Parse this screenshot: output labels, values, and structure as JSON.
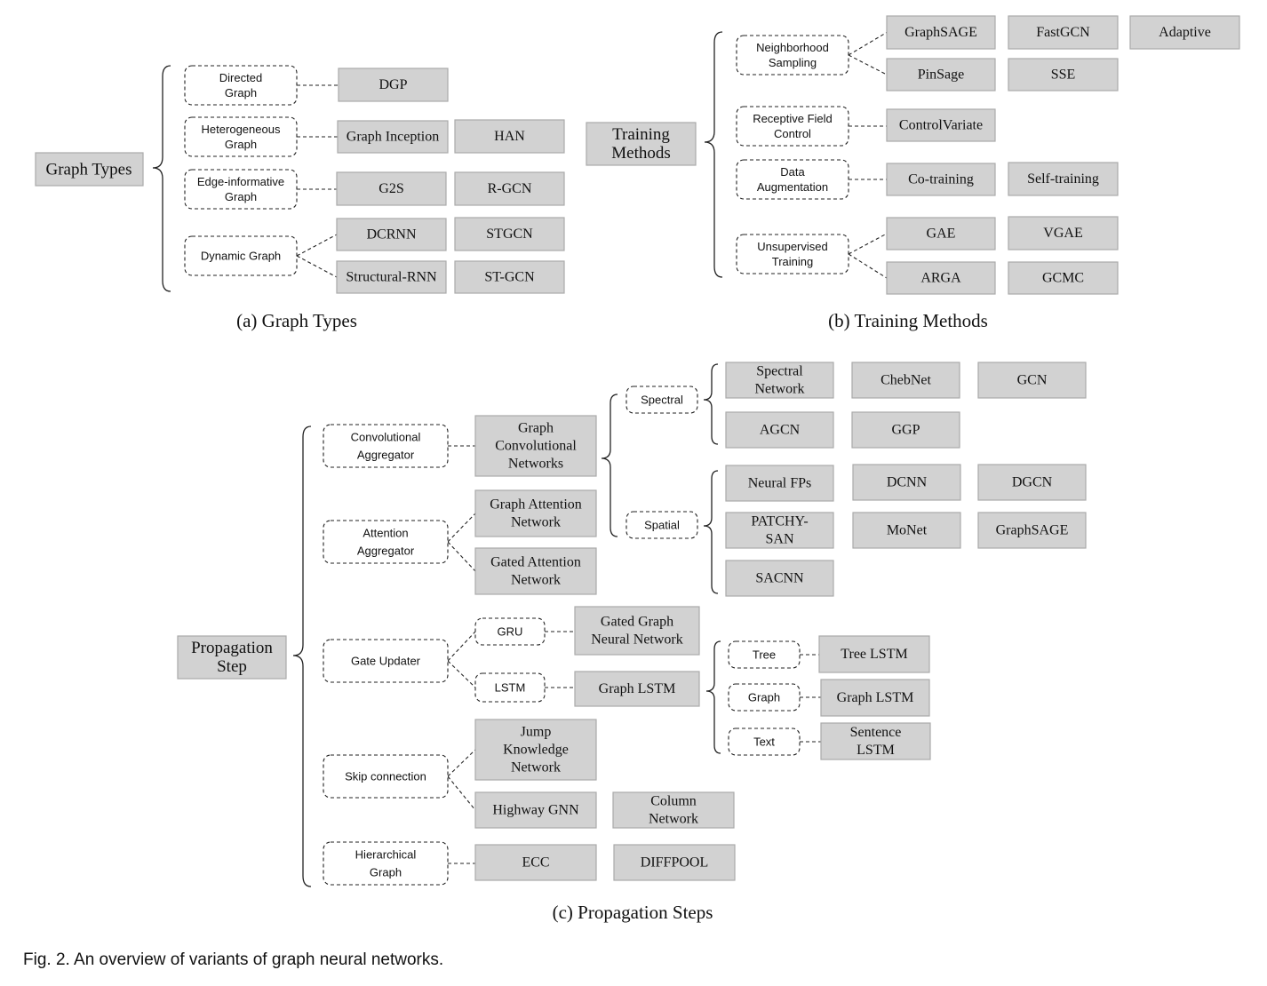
{
  "graph_types": {
    "root": "Graph Types",
    "directed": [
      "Directed",
      "Graph"
    ],
    "heterogeneous": [
      "Heterogeneous",
      "Graph"
    ],
    "edge_informative": [
      "Edge-informative",
      "Graph"
    ],
    "dynamic": [
      "Dynamic Graph"
    ],
    "dgp": [
      "DGP"
    ],
    "graph_inception": [
      "Graph Inception"
    ],
    "han": [
      "HAN"
    ],
    "g2s": [
      "G2S"
    ],
    "rgcn": [
      "R-GCN"
    ],
    "dcrnn": [
      "DCRNN"
    ],
    "stgcn": [
      "STGCN"
    ],
    "structural_rnn": [
      "Structural-RNN"
    ],
    "st_gcn": [
      "ST-GCN"
    ],
    "caption": "(a)  Graph Types"
  },
  "training_methods": {
    "root": [
      "Training",
      "Methods"
    ],
    "neighborhood_sampling": [
      "Neighborhood",
      "Sampling"
    ],
    "receptive_field": [
      "Receptive Field",
      "Control"
    ],
    "data_augmentation": [
      "Data",
      "Augmentation"
    ],
    "unsupervised": [
      "Unsupervised",
      "Training"
    ],
    "graphsage": [
      "GraphSAGE"
    ],
    "fastgcn": [
      "FastGCN"
    ],
    "adaptive": [
      "Adaptive"
    ],
    "pinsage": [
      "PinSage"
    ],
    "sse": [
      "SSE"
    ],
    "controlvariate": [
      "ControlVariate"
    ],
    "cotraining": [
      "Co-training"
    ],
    "selftraining": [
      "Self-training"
    ],
    "gae": [
      "GAE"
    ],
    "vgae": [
      "VGAE"
    ],
    "arga": [
      "ARGA"
    ],
    "gcmc": [
      "GCMC"
    ],
    "caption": "(b)  Training Methods"
  },
  "propagation_steps": {
    "root": [
      "Propagation",
      "Step"
    ],
    "conv_agg": [
      "Convolutional",
      "Aggregator"
    ],
    "att_agg": [
      "Attention",
      "Aggregator"
    ],
    "gate_updater": [
      "Gate Updater"
    ],
    "skip": [
      "Skip connection"
    ],
    "hier": [
      "Hierarchical",
      "Graph"
    ],
    "gcn_family": [
      "Graph",
      "Convolutional",
      "Networks"
    ],
    "gat": [
      "Graph Attention",
      "Network"
    ],
    "gaan": [
      "Gated Attention",
      "Network"
    ],
    "spectral": [
      "Spectral"
    ],
    "spatial": [
      "Spatial"
    ],
    "spectral_network": [
      "Spectral",
      "Network"
    ],
    "chebnet": [
      "ChebNet"
    ],
    "gcn": [
      "GCN"
    ],
    "agcn": [
      "AGCN"
    ],
    "ggp": [
      "GGP"
    ],
    "neural_fps": [
      "Neural FPs"
    ],
    "dcnn": [
      "DCNN"
    ],
    "dgcn": [
      "DGCN"
    ],
    "patchy_san": [
      "PATCHY-",
      "SAN"
    ],
    "monet": [
      "MoNet"
    ],
    "graphsage": [
      "GraphSAGE"
    ],
    "sacnn": [
      "SACNN"
    ],
    "gru": [
      "GRU"
    ],
    "lstm": [
      "LSTM"
    ],
    "ggnn": [
      "Gated Graph",
      "Neural Network"
    ],
    "graph_lstm": [
      "Graph LSTM"
    ],
    "tree": [
      "Tree"
    ],
    "graph": [
      "Graph"
    ],
    "text": [
      "Text"
    ],
    "tree_lstm": [
      "Tree LSTM"
    ],
    "graph_lstm2": [
      "Graph LSTM"
    ],
    "sentence_lstm": [
      "Sentence",
      "LSTM"
    ],
    "jkn": [
      "Jump",
      "Knowledge",
      "Network"
    ],
    "highway": [
      "Highway GNN"
    ],
    "column": [
      "Column",
      "Network"
    ],
    "ecc": [
      "ECC"
    ],
    "diffpool": [
      "DIFFPOOL"
    ],
    "caption": "(c)  Propagation Steps"
  },
  "figure_caption": "Fig. 2. An overview of variants of graph neural networks."
}
